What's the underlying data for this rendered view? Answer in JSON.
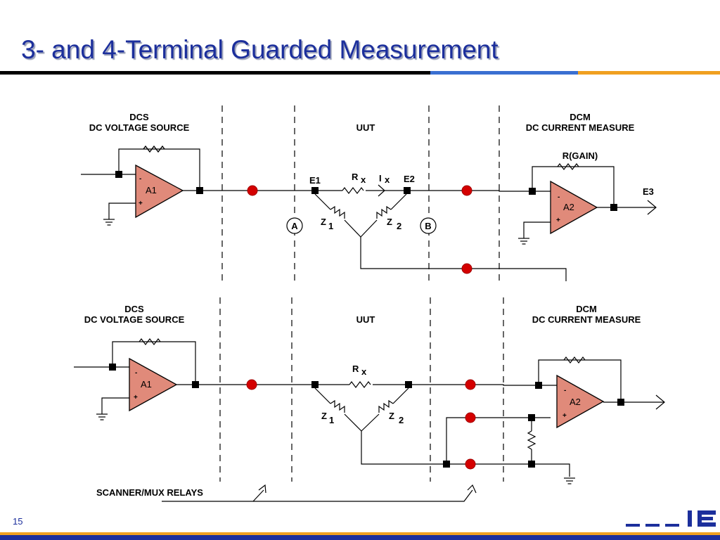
{
  "slide": {
    "title": "3- and 4-Terminal Guarded Measurement",
    "page_number": "15",
    "colors": {
      "title": "#1c2f9c",
      "bar_blue": "#3a6fd1",
      "bar_orange": "#f0a020",
      "amplifier": "#e08a7a",
      "relay": "#d40000"
    }
  },
  "diagram3": {
    "dcs_title": "DCS",
    "dcs_subtitle": "DC VOLTAGE SOURCE",
    "uut_title": "UUT",
    "dcm_title": "DCM",
    "dcm_subtitle": "DC CURRENT MEASURE",
    "amp1": "A1",
    "amp2": "A2",
    "minus": "-",
    "plus": "+",
    "rx": "R",
    "rx_sub": "x",
    "ix": "I",
    "ix_sub": "x",
    "e1": "E1",
    "e2": "E2",
    "e3": "E3",
    "z": "Z",
    "z1_sub": "1",
    "z2_sub": "2",
    "node_a": "A",
    "node_b": "B",
    "rgain": "R(GAIN)"
  },
  "diagram4": {
    "dcs_title": "DCS",
    "dcs_subtitle": "DC VOLTAGE SOURCE",
    "uut_title": "UUT",
    "dcm_title": "DCM",
    "dcm_subtitle": "DC CURRENT MEASURE",
    "amp1": "A1",
    "amp2": "A2",
    "minus": "-",
    "plus": "+",
    "rx": "R",
    "rx_sub": "x",
    "z": "Z",
    "z1_sub": "1",
    "z2_sub": "2",
    "scanner_label": "SCANNER/MUX RELAYS"
  }
}
